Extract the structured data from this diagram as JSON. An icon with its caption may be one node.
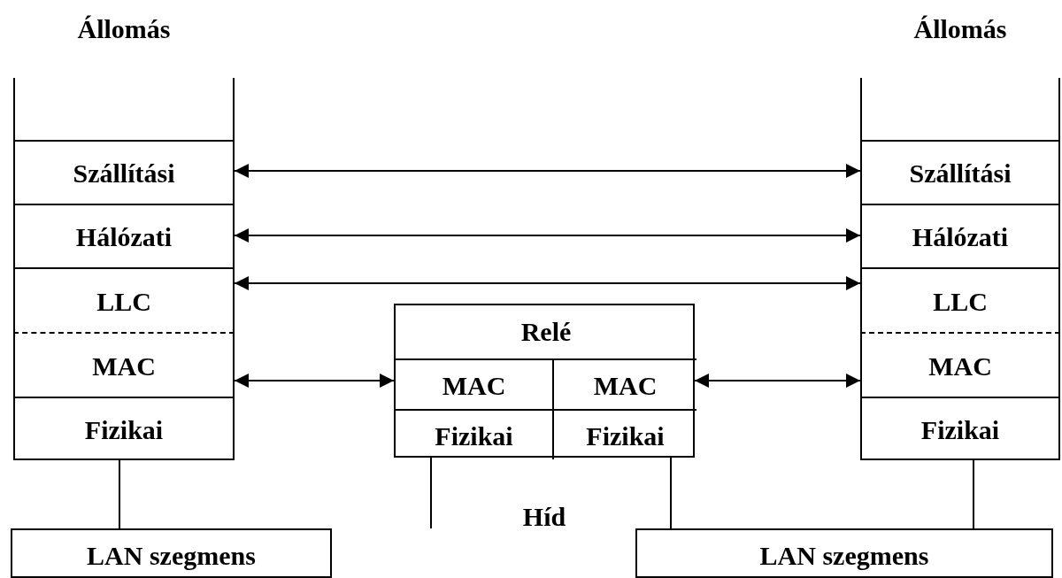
{
  "diagram": {
    "nodes": [
      {
        "text": [
          "Állomás"
        ]
      },
      {
        "text": [
          "Szállítási"
        ],
        "in": 0
      },
      {
        "text": [
          "Hálózati"
        ],
        "in": 0
      },
      {
        "text": [
          "LLC"
        ],
        "in": 0
      },
      {
        "text": [
          "MAC"
        ],
        "in": 0
      },
      {
        "text": [
          "Fizikai"
        ],
        "in": 0
      },
      {
        "text": [
          "Állomás"
        ]
      },
      {
        "text": [
          "Szállítási"
        ],
        "in": 6
      },
      {
        "text": [
          "Hálózati"
        ],
        "in": 6
      },
      {
        "text": [
          "LLC"
        ],
        "in": 6
      },
      {
        "text": [
          "MAC"
        ],
        "in": 6
      },
      {
        "text": [
          "Fizikai"
        ],
        "in": 6
      },
      {
        "text": [],
        "shape": "box",
        "beside": [
          "Híd"
        ]
      },
      {
        "text": [
          "Relé"
        ],
        "in": 12
      },
      {
        "text": [
          "MAC"
        ],
        "in": 12
      },
      {
        "text": [
          "MAC"
        ],
        "in": 12
      },
      {
        "text": [
          "Fizikai"
        ],
        "in": 12
      },
      {
        "text": [
          "Fizikai"
        ],
        "in": 12
      },
      {
        "text": [
          "LAN szegmens"
        ]
      },
      {
        "text": [
          "LAN szegmens"
        ]
      }
    ],
    "edges": [
      {
        "from": 1,
        "to": 7,
        "arrow": "both"
      },
      {
        "from": 2,
        "to": 8,
        "arrow": "both"
      },
      {
        "from": 3,
        "to": 9,
        "arrow": "both"
      },
      {
        "from": 4,
        "to": 14,
        "arrow": "both"
      },
      {
        "from": 15,
        "to": 10,
        "arrow": "both"
      },
      {
        "from": 5,
        "to": 18,
        "arrow": "none"
      },
      {
        "from": 16,
        "to": null,
        "arrow": "none"
      },
      {
        "from": 17,
        "to": 19,
        "arrow": "none"
      },
      {
        "from": 11,
        "to": 19,
        "arrow": "none"
      }
    ]
  }
}
